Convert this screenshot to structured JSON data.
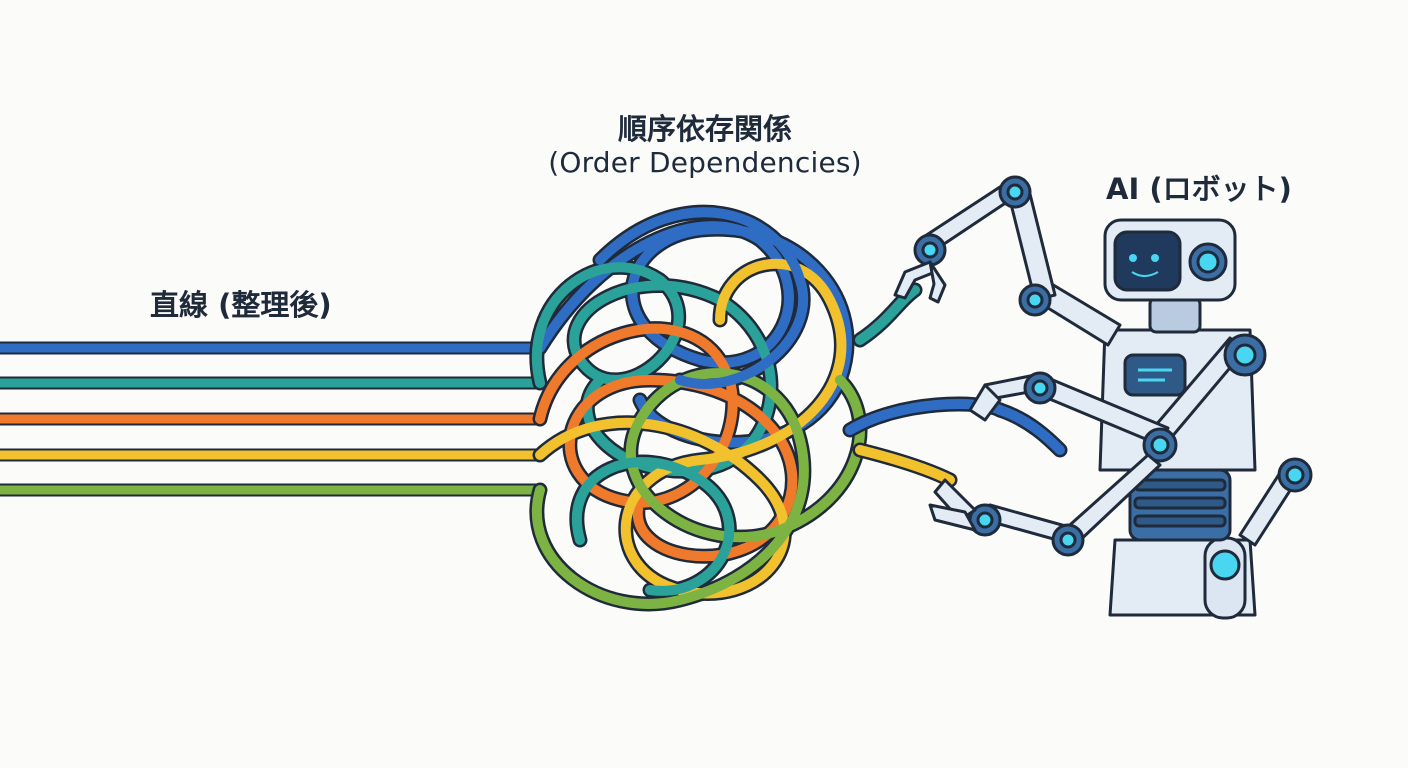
{
  "labels": {
    "straight_lines": "直線 (整理後)",
    "knot_title_ja": "順序依存関係",
    "knot_title_en": "(Order Dependencies)",
    "robot": "AI (ロボット)"
  },
  "colors": {
    "blue": "#2f6dc4",
    "teal": "#2aa199",
    "orange": "#f07a2b",
    "yellow": "#f2c12e",
    "green": "#7cb342",
    "outline": "#1f2a3a",
    "robot_body": "#e3ebf5",
    "robot_joint": "#3a6ea5",
    "robot_eye": "#48d6f0"
  },
  "icons": [
    "tangled-lines-icon",
    "robot-icon",
    "robot-gripper-icon"
  ]
}
